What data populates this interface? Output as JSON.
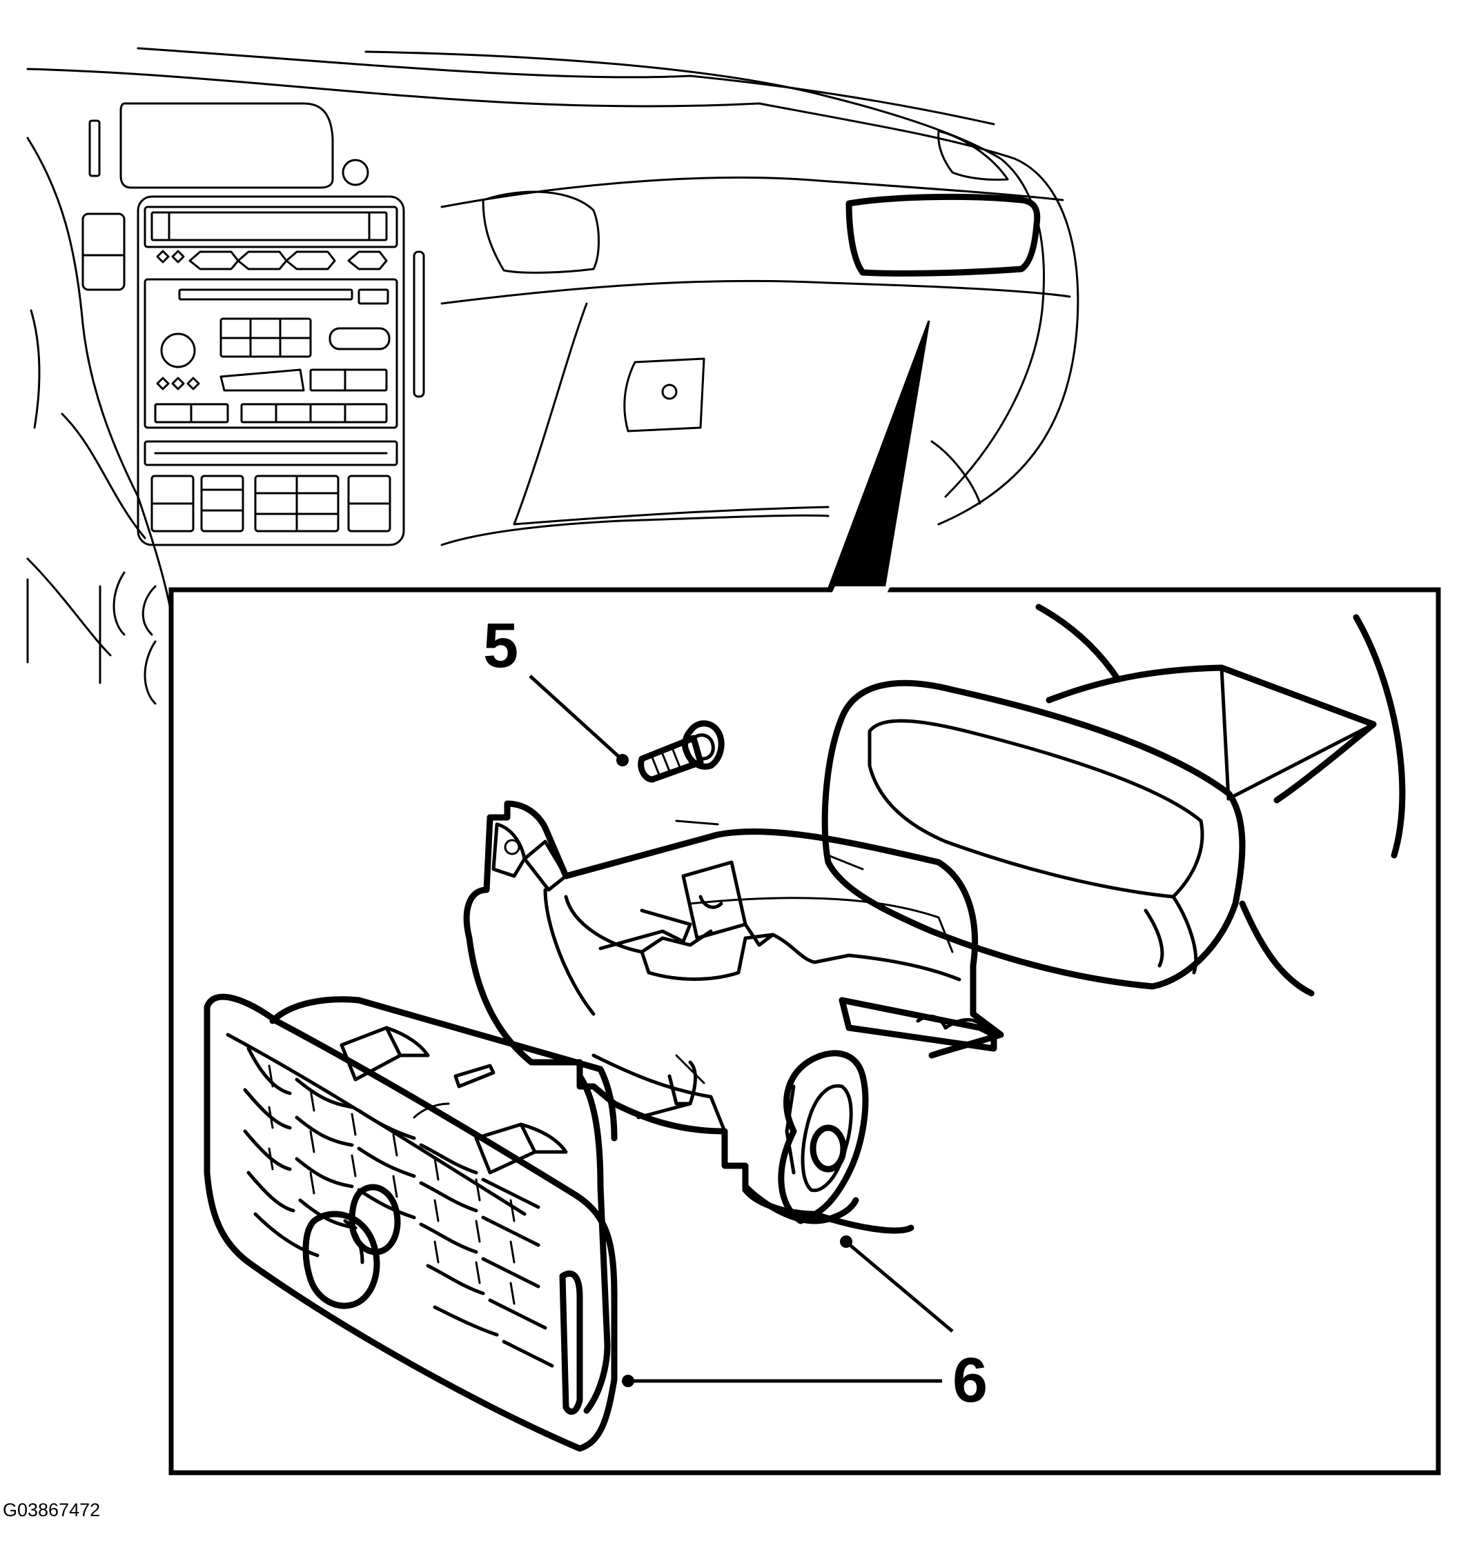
{
  "diagram": {
    "callouts": [
      {
        "id": "5",
        "label": "5"
      },
      {
        "id": "6",
        "label": "6"
      }
    ],
    "figure_id": "G03867472"
  }
}
